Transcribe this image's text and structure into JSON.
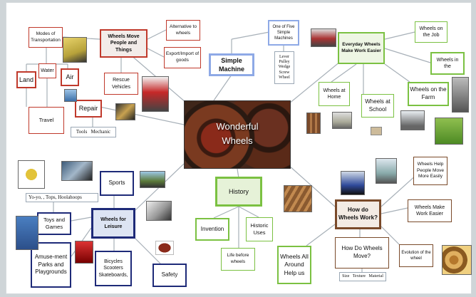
{
  "center": {
    "title_line1": "Wonderful",
    "title_line2": "Wheels"
  },
  "move_people": {
    "hub": "Wheels Move People and Things",
    "modes": "Modes of Transportation",
    "land": "Land",
    "water": "Water",
    "air": "Air",
    "travel": "Travel",
    "alternative": "Alternative to wheels",
    "export": "Export/Import of goods",
    "rescue": "Rescue Vehicles",
    "repair": "Repair",
    "repair_list": "Tools   Mechanic"
  },
  "simple_machine": {
    "hub": "Simple Machine",
    "one_of_five": "One of Five Simple Machines",
    "list": [
      "Lever",
      "Pulley",
      "Wedge",
      "Screw",
      "Wheel"
    ]
  },
  "everyday": {
    "hub": "Everyday Wheels Make Work Easier",
    "job": "Wheels on the Job",
    "in_the": "Wheels in the",
    "home": "Wheels at Home",
    "school": "Wheels at School",
    "farm": "Wheels on the Farm"
  },
  "leisure": {
    "hub": "Wheels for Leisure",
    "sports": "Sports",
    "toys_list": "Yo-yo, , Tops, Hoolahoops",
    "toys": "Toys and Games",
    "amusement": "Amuse-ment Parks and Playgrounds",
    "bicycles": "Bicycles Scooters Skateboards,",
    "safety": "Safety"
  },
  "history": {
    "hub": "History",
    "invention": "Invention",
    "historic": "Historic Uses",
    "life_before": "Life before wheels",
    "all_around": "Wheels All Around Help us"
  },
  "how_work": {
    "hub": "How do Wheels Work?",
    "help_people": "Wheels Help People Move More Easily",
    "make_work": "Wheels Make Work Easier",
    "how_move": "How Do Wheels Move?",
    "move_list": "Size   Texture   Material",
    "evolution": "Evolution of the wheel"
  },
  "colors": {
    "red": "#c0392b",
    "green": "#7bc142",
    "navy": "#1e2a78",
    "brown": "#7a4a2a",
    "light_blue": "#8ea9e6",
    "line": "#a7b0b8"
  },
  "photos": [
    "car-photo",
    "tractor-photo",
    "firetruck-photo",
    "paint-photo",
    "airplane-photo",
    "mechanic-photo",
    "cart-photo",
    "doctor-photo",
    "logs-photo",
    "boxes-photo",
    "toaster-photo",
    "windmill-photo",
    "mower-photo",
    "skateboard-photo",
    "rollerblade-photo",
    "bmx-photo",
    "scooter-photo",
    "bike-photo",
    "ride-photo",
    "helmet-photo",
    "wood-photo",
    "wheelchair-photo",
    "ramp-photo",
    "gears-photo"
  ]
}
